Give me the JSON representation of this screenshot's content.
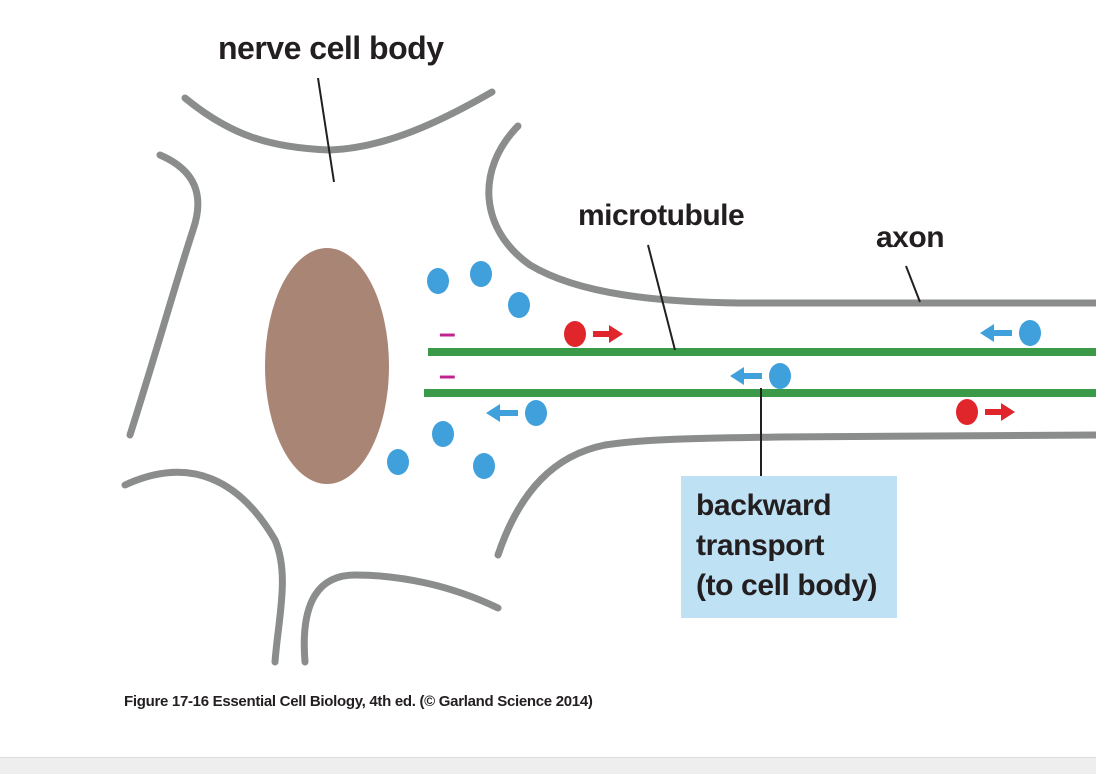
{
  "labels": {
    "cell_body": "nerve cell body",
    "microtubule": "microtubule",
    "axon": "axon"
  },
  "callout": {
    "lines": [
      "backward",
      "transport",
      "(to cell body)"
    ]
  },
  "caption": "Figure 17-16  Essential Cell Biology, 4th ed. (© Garland Science 2014)",
  "microtubule_ends": [
    "–",
    "–"
  ],
  "colors": {
    "membrane": "#8a8d8c",
    "microtubule": "#3a9a48",
    "nucleus": "#a98576",
    "cargo_backward": "#3fa0dc",
    "cargo_forward": "#e0262b",
    "minus_end": "#c0248c",
    "callout_bg": "#bfe1f4",
    "pointer_line": "#231f20"
  },
  "icons": {
    "backward_arrow": "left-arrow-icon",
    "forward_arrow": "right-arrow-icon"
  }
}
